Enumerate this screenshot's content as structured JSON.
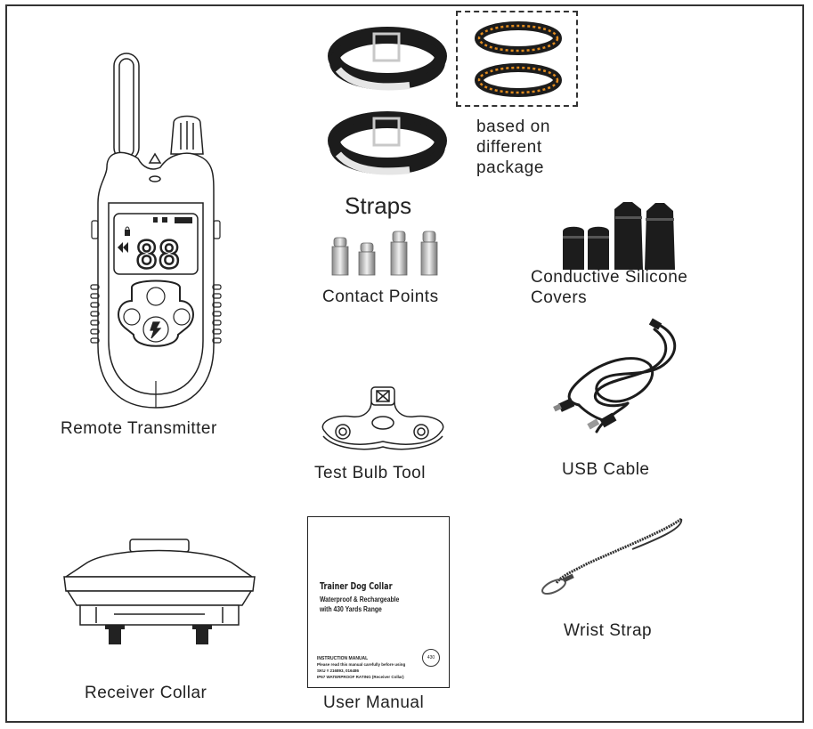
{
  "labels": {
    "remote": "Remote Transmitter",
    "straps": "Straps",
    "package_note_1": "based on",
    "package_note_2": "different",
    "package_note_3": "package",
    "contact_points": "Contact Points",
    "covers_1": "Conductive Silicone",
    "covers_2": "Covers",
    "test_bulb": "Test Bulb Tool",
    "usb": "USB Cable",
    "receiver": "Receiver Collar",
    "manual": "User Manual",
    "wrist": "Wrist  Strap"
  },
  "manual_cover": {
    "title": "Trainer Dog Collar",
    "line1": "Waterproof & Rechargeable",
    "line2": "with 430 Yards Range",
    "heading": "INSTRUCTION MANUAL",
    "fine1": "Please read this manual carefully before using",
    "fine2": "SKU # 216893, 016486",
    "fine3": "IP67 WATERPROOF RATING (Receiver Collar)",
    "badge": "430"
  },
  "remote_display": {
    "digits": "88"
  },
  "colors": {
    "line": "#222222",
    "strap_orange": "#e08a1e",
    "strap_dark": "#1c1c1c"
  }
}
